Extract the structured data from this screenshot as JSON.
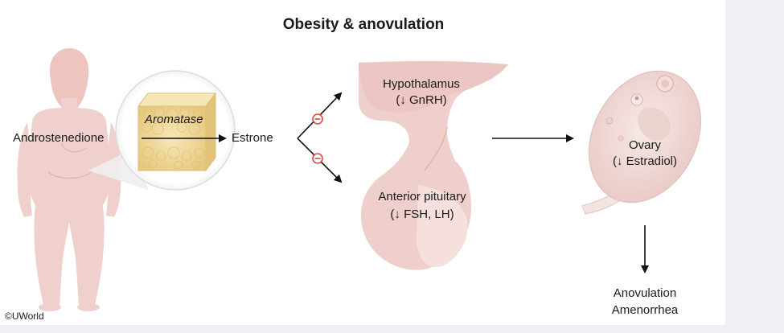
{
  "title": "Obesity & anovulation",
  "labels": {
    "androstenedione": "Androstenedione",
    "aromatase": "Aromatase",
    "estrone": "Estrone",
    "hypothalamus": "Hypothalamus",
    "hypothalamus_effect": "(↓ GnRH)",
    "anterior_pituitary": "Anterior pituitary",
    "pituitary_effect": "(↓ FSH, LH)",
    "ovary": "Ovary",
    "ovary_effect": "(↓ Estradiol)",
    "outcome_1": "Anovulation",
    "outcome_2": "Amenorrhea"
  },
  "copyright": "©UWorld",
  "colors": {
    "body_silhouette": "#f0d0cc",
    "brain_tissue": "#edd0cd",
    "adipose": "#f2dca3",
    "ovary": "#f1dcd9",
    "inhibit_marker": "#d64a4a"
  }
}
